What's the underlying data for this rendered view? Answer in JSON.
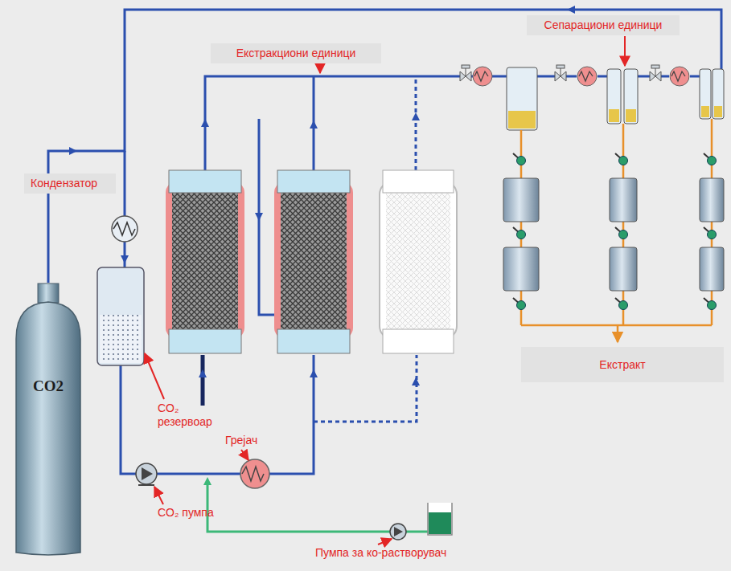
{
  "diagram": {
    "nodes": [
      {
        "text": [
          "CO2"
        ]
      }
    ],
    "labels": [
      "Екстракциони единици",
      "Сепарациони единици",
      "Кондензатор",
      "CO₂ резервоар",
      "Грејач",
      "CO₂ пумпа",
      "Пумпа за ко-растворувач",
      "Екстракт"
    ]
  }
}
